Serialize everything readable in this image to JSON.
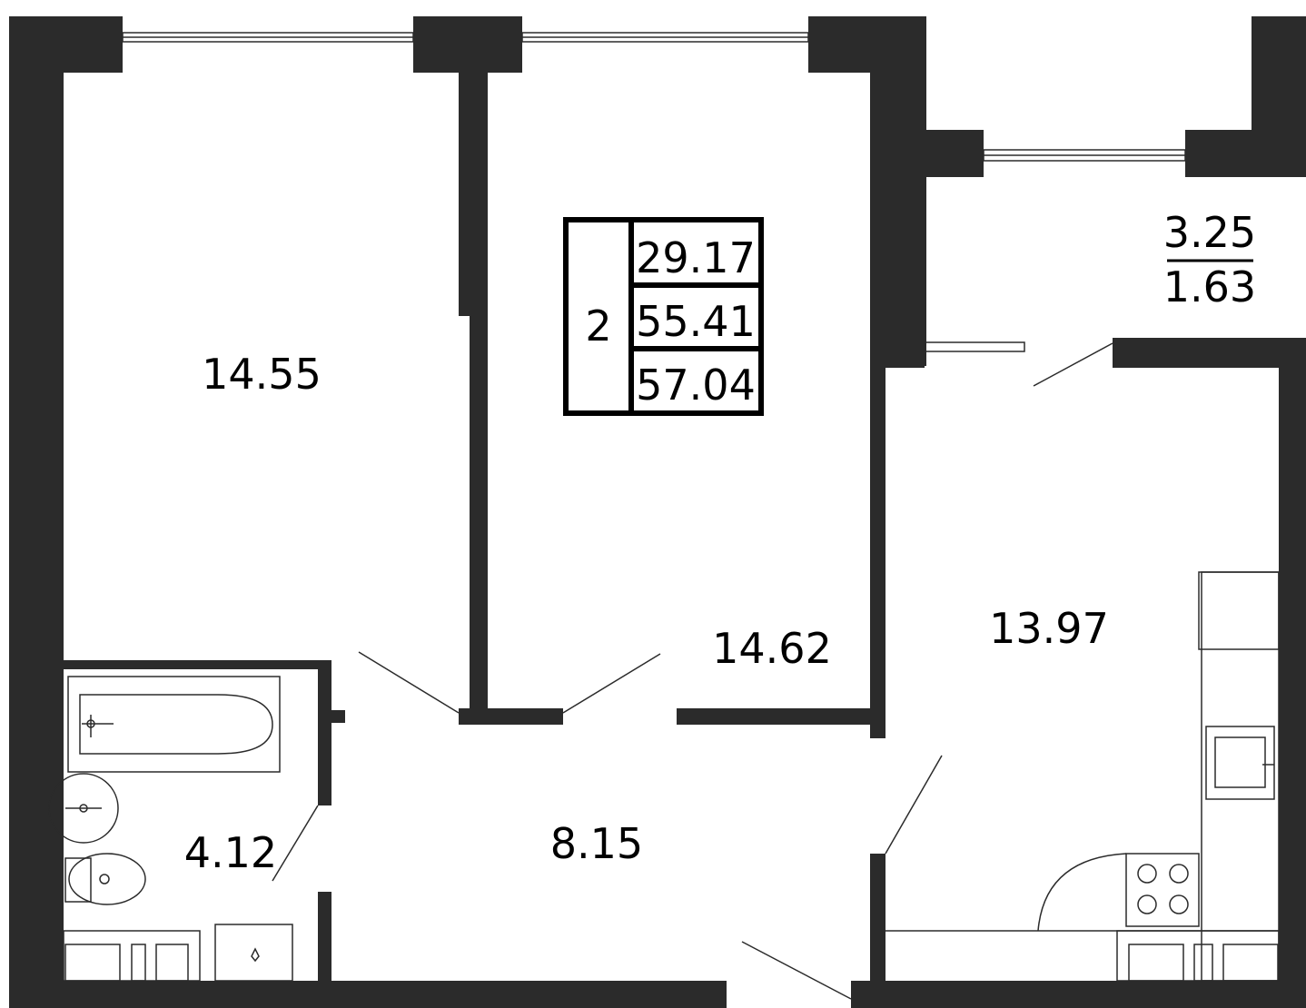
{
  "apartment": {
    "rooms_count": "2",
    "living_area": "29.17",
    "total_area": "55.41",
    "total_area_with_balcony": "57.04"
  },
  "rooms": {
    "bedroom_left": "14.55",
    "bedroom_middle": "14.62",
    "kitchen": "13.97",
    "hallway": "8.15",
    "bathroom": "4.12",
    "balcony_area": "3.25",
    "balcony_reduced_area": "1.63"
  },
  "colors": {
    "wall": "#2b2b2b",
    "background": "#ffffff",
    "line": "#2b2b2b"
  }
}
